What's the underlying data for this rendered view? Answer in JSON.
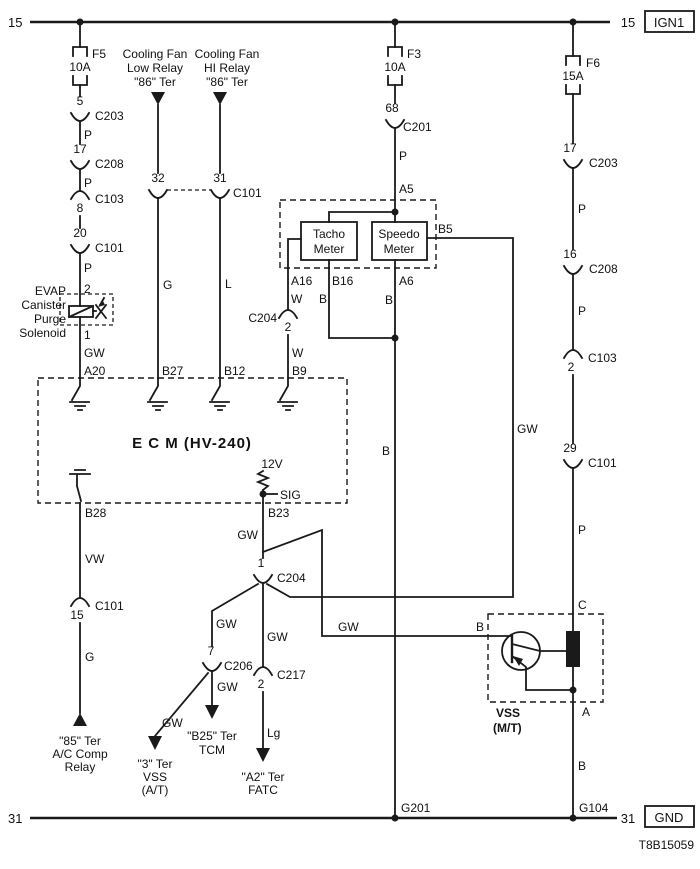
{
  "drawing_id": "T8B15059",
  "rails": {
    "top_left": "15",
    "top_right": "15",
    "ign1": "IGN1",
    "bottom_left": "31",
    "bottom_right": "31",
    "gnd": "GND",
    "g201": "G201",
    "g104": "G104"
  },
  "fuses": {
    "f5": {
      "name": "F5",
      "rating": "10A"
    },
    "f3": {
      "name": "F3",
      "rating": "10A"
    },
    "f6": {
      "name": "F6",
      "rating": "15A"
    }
  },
  "wire_colors": {
    "p": "P",
    "g": "G",
    "l": "L",
    "w": "W",
    "b": "B",
    "gw": "GW",
    "vw": "VW",
    "lg": "Lg"
  },
  "connectors": {
    "c203_left": {
      "pin": "5",
      "name": "C203"
    },
    "c208_left": {
      "pin": "17",
      "name": "C208"
    },
    "c103_left": {
      "pin": "8",
      "name": "C103"
    },
    "c101_left": {
      "pin": "20",
      "name": "C101"
    },
    "c101_fan": {
      "pin_low": "32",
      "pin_hi": "31",
      "name": "C101"
    },
    "c201": {
      "pin": "68",
      "name": "C201"
    },
    "c204_tacho": {
      "pin": "2",
      "name": "C204"
    },
    "c204_sig": {
      "pin": "1",
      "name": "C204"
    },
    "c206": {
      "pin": "7",
      "name": "C206"
    },
    "c217": {
      "pin": "2",
      "name": "C217"
    },
    "c101_ac": {
      "pin": "15",
      "name": "C101"
    },
    "c203_right": {
      "pin": "17",
      "name": "C203"
    },
    "c208_right": {
      "pin": "16",
      "name": "C208"
    },
    "c103_right": {
      "pin": "2",
      "name": "C103"
    },
    "c101_right": {
      "pin": "29",
      "name": "C101"
    }
  },
  "ecm": {
    "name": "E C M (HV-240)",
    "pins": {
      "a20": "A20",
      "b27": "B27",
      "b12": "B12",
      "b9": "B9",
      "b28": "B28",
      "b23": "B23"
    },
    "internal": {
      "v12": "12V",
      "sig": "SIG"
    }
  },
  "cluster": {
    "tacho": {
      "line1": "Tacho",
      "line2": "Meter",
      "pin_a16": "A16",
      "pin_b16": "B16"
    },
    "speedo": {
      "line1": "Speedo",
      "line2": "Meter",
      "pin_a5": "A5",
      "pin_a6": "A6",
      "pin_b5": "B5"
    }
  },
  "evap": {
    "line1": "EVAP",
    "line2": "Canister",
    "line3": "Purge",
    "line4": "Solenoid",
    "pin_top": "2",
    "pin_bottom": "1"
  },
  "vss_mt": {
    "line1": "VSS",
    "line2": "(M/T)",
    "pin_c": "C",
    "pin_a": "A",
    "pin_b": "B"
  },
  "terminals": {
    "cf_low": {
      "line1": "Cooling Fan",
      "line2": "Low Relay",
      "line3": "\"86\" Ter"
    },
    "cf_hi": {
      "line1": "Cooling Fan",
      "line2": "HI Relay",
      "line3": "\"86\" Ter"
    },
    "ac_relay": {
      "line1": "\"85\" Ter",
      "line2": "A/C Comp",
      "line3": "Relay"
    },
    "vss_at": {
      "line1": "\"3\" Ter",
      "line2": "VSS",
      "line3": "(A/T)"
    },
    "tcm": {
      "line1": "\"B25\" Ter",
      "line2": "TCM"
    },
    "fatc": {
      "line1": "\"A2\" Ter",
      "line2": "FATC"
    }
  }
}
